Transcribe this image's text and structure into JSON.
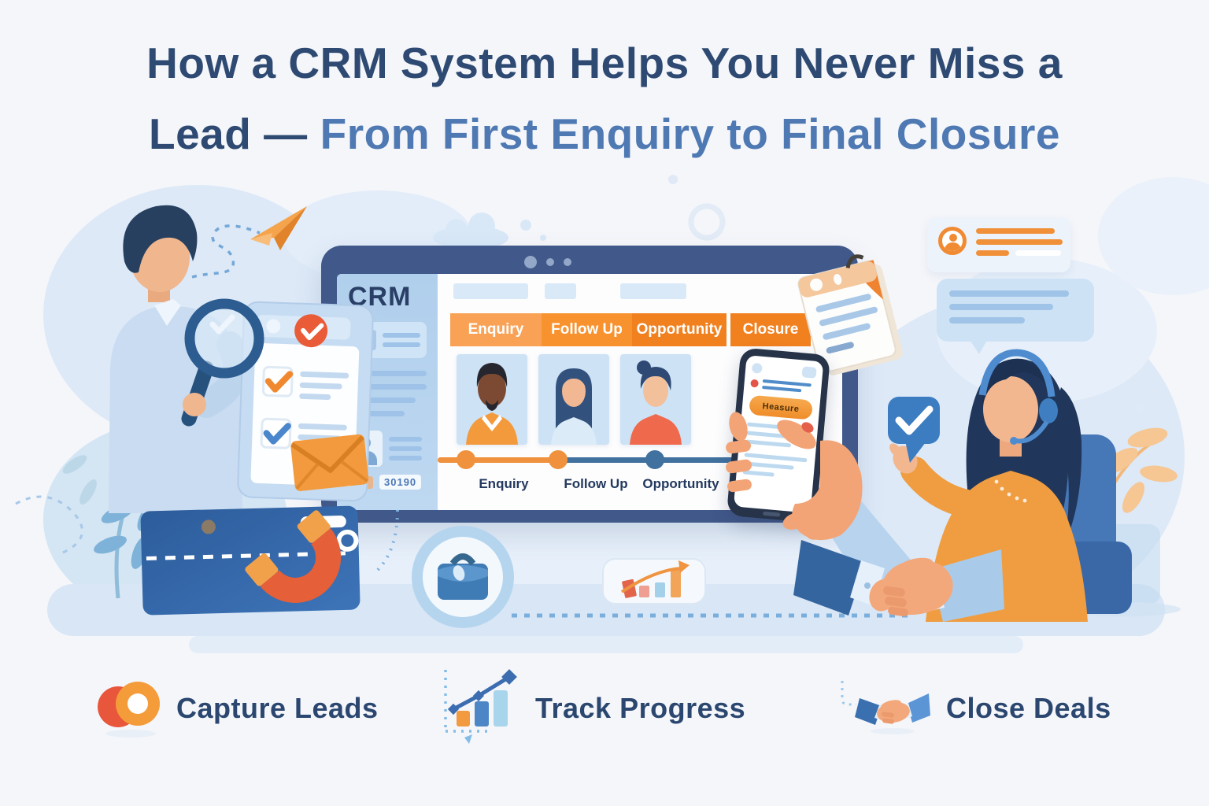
{
  "colors": {
    "background": "#f5f6fa",
    "title-navy": "#2e4a72",
    "title-blue": "#4f79b3",
    "navy": "#24395e",
    "accent-orange": "#f0913d",
    "accent-deep-orange": "#e8603c",
    "accent-blue": "#3f7fc1",
    "light-blue": "#cfe3f5",
    "monitor-frame": "#41588a"
  },
  "title": {
    "line1": "How a CRM System Helps You Never Miss a",
    "line2_dark": "Lead —",
    "line2_light": "From First Enquiry to Final Closure"
  },
  "monitor": {
    "logo": "CRM",
    "sidebar_badge": "30190",
    "pipeline_tabs": [
      "Enquiry",
      "Follow Up",
      "Opportunity",
      "Closure"
    ],
    "timeline_stages": [
      "Enquiry",
      "Follow Up",
      "Opportunity"
    ]
  },
  "phone": {
    "button_label": "Heasure"
  },
  "features": [
    {
      "label": "Capture Leads",
      "icon": "lead-magnet-circles-icon"
    },
    {
      "label": "Track Progress",
      "icon": "growth-bar-chart-icon"
    },
    {
      "label": "Close Deals",
      "icon": "handshake-icon"
    }
  ]
}
